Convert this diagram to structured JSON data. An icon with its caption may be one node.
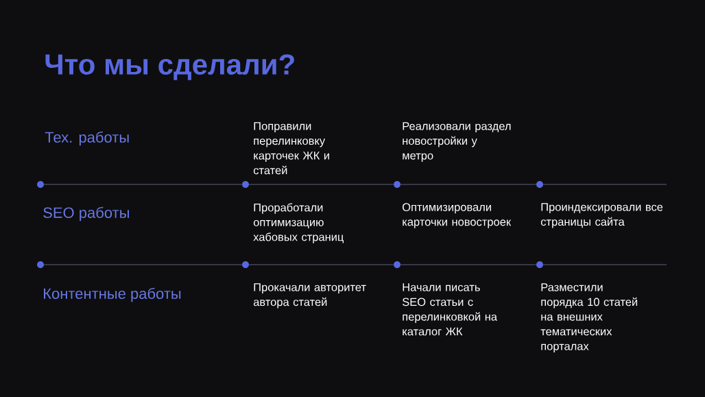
{
  "diagram": {
    "title": "Что мы сделали?",
    "nodes": [
      {
        "text": [],
        "shape": "circle"
      },
      {
        "text": [],
        "shape": "circle"
      },
      {
        "text": [],
        "shape": "circle"
      },
      {
        "text": [],
        "shape": "circle"
      },
      {
        "text": [],
        "shape": "circle"
      },
      {
        "text": [],
        "shape": "circle"
      },
      {
        "text": [],
        "shape": "circle"
      },
      {
        "text": [],
        "shape": "circle"
      }
    ],
    "edges": [
      {
        "from": 0,
        "to": 1,
        "arrow": "none"
      },
      {
        "from": 1,
        "to": 2,
        "arrow": "none"
      },
      {
        "from": 2,
        "to": 3,
        "arrow": "none"
      },
      {
        "from": 3,
        "to": null,
        "arrow": "none"
      },
      {
        "from": 4,
        "to": 5,
        "arrow": "none"
      },
      {
        "from": 5,
        "to": 6,
        "arrow": "none"
      },
      {
        "from": 6,
        "to": 7,
        "arrow": "none"
      },
      {
        "from": 7,
        "to": null,
        "arrow": "none"
      }
    ],
    "labels": [
      "Тех. работы",
      "Поправили перелинковку карточек ЖК и статей",
      "Реализовали раздел новостройки у метро",
      "SEO работы",
      "Проработали оптимизацию хабовых страниц",
      "Оптимизировали карточки новостроек",
      "Проиндексировали все страницы сайта",
      "Контентные работы",
      "Прокачали авторитет автора статей",
      "Начали писать SEO статьи с перелинковкой на каталог ЖК",
      "Разместили порядка 10 статей на внешних тематических порталах"
    ]
  }
}
